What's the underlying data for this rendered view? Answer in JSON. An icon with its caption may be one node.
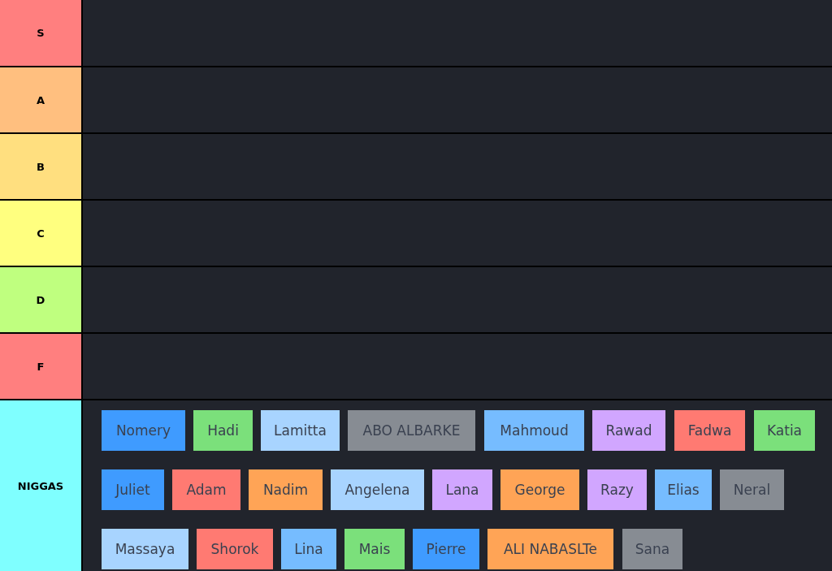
{
  "diagram": {
    "nodes": [
      {
        "text": [
          "S"
        ]
      },
      {
        "text": [
          "A"
        ]
      },
      {
        "text": [
          "B"
        ]
      },
      {
        "text": [
          "C"
        ]
      },
      {
        "text": [
          "D"
        ]
      },
      {
        "text": [
          "F"
        ]
      },
      {
        "text": [
          "NIGGAS"
        ]
      },
      {
        "text": [
          "Nomery"
        ]
      },
      {
        "text": [
          "Hadi"
        ]
      },
      {
        "text": [
          "Lamitta"
        ]
      },
      {
        "text": [
          "ABO ALBARKE"
        ]
      },
      {
        "text": [
          "Mahmoud"
        ]
      },
      {
        "text": [
          "Rawad"
        ]
      },
      {
        "text": [
          "Fadwa"
        ]
      },
      {
        "text": [
          "Katia"
        ]
      },
      {
        "text": [
          "Juliet"
        ]
      },
      {
        "text": [
          "Adam"
        ]
      },
      {
        "text": [
          "Nadim"
        ]
      },
      {
        "text": [
          "Angelena"
        ]
      },
      {
        "text": [
          "Lana"
        ]
      },
      {
        "text": [
          "George"
        ]
      },
      {
        "text": [
          "Razy"
        ]
      },
      {
        "text": [
          "Elias"
        ]
      },
      {
        "text": [
          "Neral"
        ]
      },
      {
        "text": [
          "Massaya"
        ]
      },
      {
        "text": [
          "Shorok"
        ]
      },
      {
        "text": [
          "Lina"
        ]
      },
      {
        "text": [
          "Mais"
        ]
      },
      {
        "text": [
          "Pierre"
        ]
      },
      {
        "text": [
          "ALI NABASLTe"
        ]
      },
      {
        "text": [
          "Sana"
        ]
      }
    ]
  }
}
